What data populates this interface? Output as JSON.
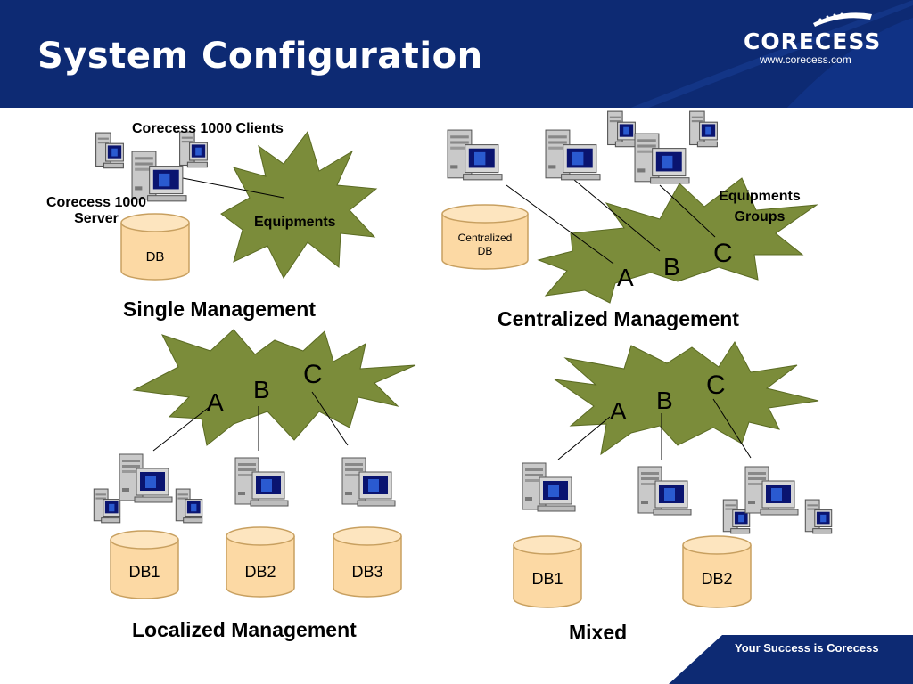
{
  "header": {
    "title": "System Configuration",
    "logo_text": "CORECESS",
    "logo_url": "www.corecess.com"
  },
  "footer": {
    "tagline": "Your Success is Corecess"
  },
  "colors": {
    "navy": "#0d2a73",
    "burst_fill": "#7b8c3a",
    "db_fill": "#fcd9a4",
    "db_stroke": "#c8a060"
  },
  "single": {
    "caption": "Single Management",
    "clients_label": "Corecess 1000 Clients",
    "server_label_1": "Corecess 1000",
    "server_label_2": "Server",
    "equipments_label": "Equipments",
    "db_label": "DB"
  },
  "centralized": {
    "caption": "Centralized Management",
    "groups_label_1": "Equipments",
    "groups_label_2": "Groups",
    "db_label_1": "Centralized",
    "db_label_2": "DB",
    "group_a": "A",
    "group_b": "B",
    "group_c": "C"
  },
  "localized": {
    "caption": "Localized Management",
    "group_a": "A",
    "group_b": "B",
    "group_c": "C",
    "db1": "DB1",
    "db2": "DB2",
    "db3": "DB3"
  },
  "mixed": {
    "caption": "Mixed",
    "group_a": "A",
    "group_b": "B",
    "group_c": "C",
    "db1": "DB1",
    "db2": "DB2"
  }
}
